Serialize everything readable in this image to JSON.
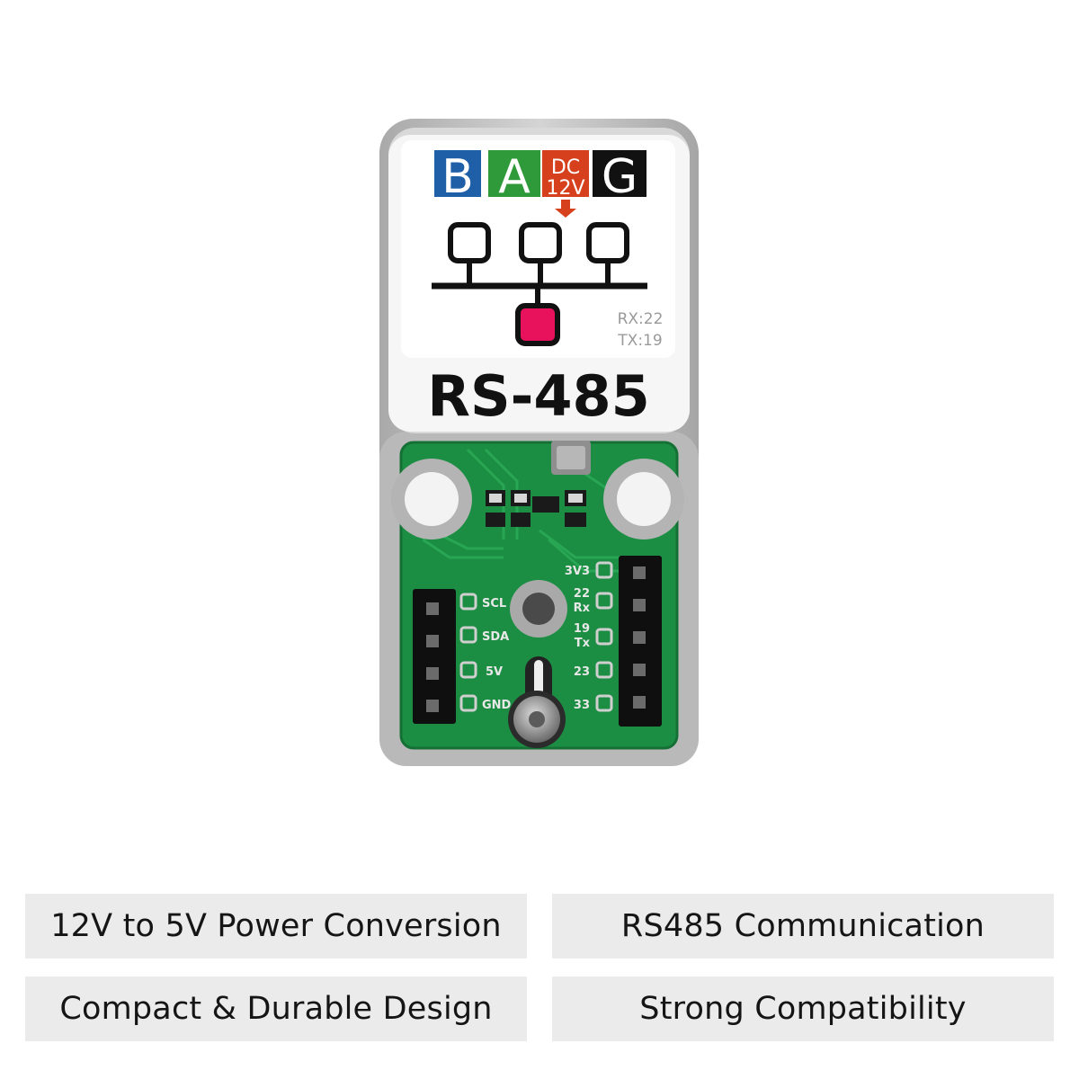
{
  "label": {
    "letters": [
      "B",
      "A",
      "G"
    ],
    "dc_line1": "DC",
    "dc_line2": "12V",
    "rx": "RX:22",
    "tx": "TX:19",
    "model": "RS-485"
  },
  "colors": {
    "b_block": "#1f5fa8",
    "a_block": "#2f9a3a",
    "dc_block": "#d6401d",
    "g_block": "#111111",
    "node_highlight": "#e8115b",
    "pcb_green": "#1c8e43"
  },
  "pcb": {
    "left_pins": [
      "SCL",
      "SDA",
      "5V",
      "GND"
    ],
    "right_pins": [
      {
        "line1": "3V3",
        "line2": ""
      },
      {
        "line1": "22",
        "line2": "Rx"
      },
      {
        "line1": "19",
        "line2": "Tx"
      },
      {
        "line1": "23",
        "line2": ""
      },
      {
        "line1": "33",
        "line2": ""
      }
    ]
  },
  "features": [
    "12V to 5V Power Conversion",
    "RS485 Communication",
    "Compact & Durable Design",
    "Strong Compatibility"
  ]
}
